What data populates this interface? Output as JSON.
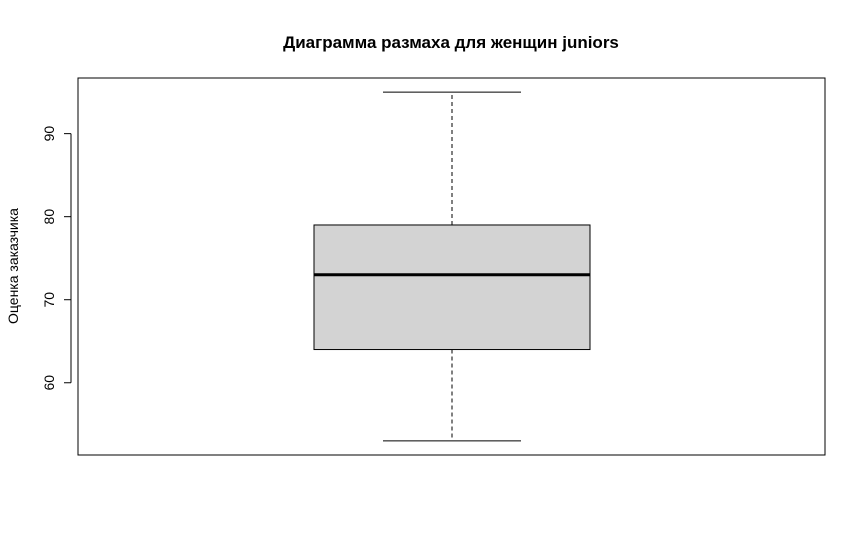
{
  "chart_data": {
    "type": "box",
    "title": "Диаграмма размаха для женщин juniors",
    "xlabel": "",
    "ylabel": "Оценка заказчика",
    "ylim": [
      51.3,
      96.7
    ],
    "yticks": [
      60,
      70,
      80,
      90
    ],
    "ytick_labels": [
      "60",
      "70",
      "80",
      "90"
    ],
    "grid": false,
    "box": {
      "min": 53,
      "q1": 64,
      "median": 73,
      "q3": 79,
      "max": 95
    },
    "colors": {
      "box_fill": "#d3d3d3",
      "stroke": "#000000",
      "background": "#ffffff"
    }
  }
}
